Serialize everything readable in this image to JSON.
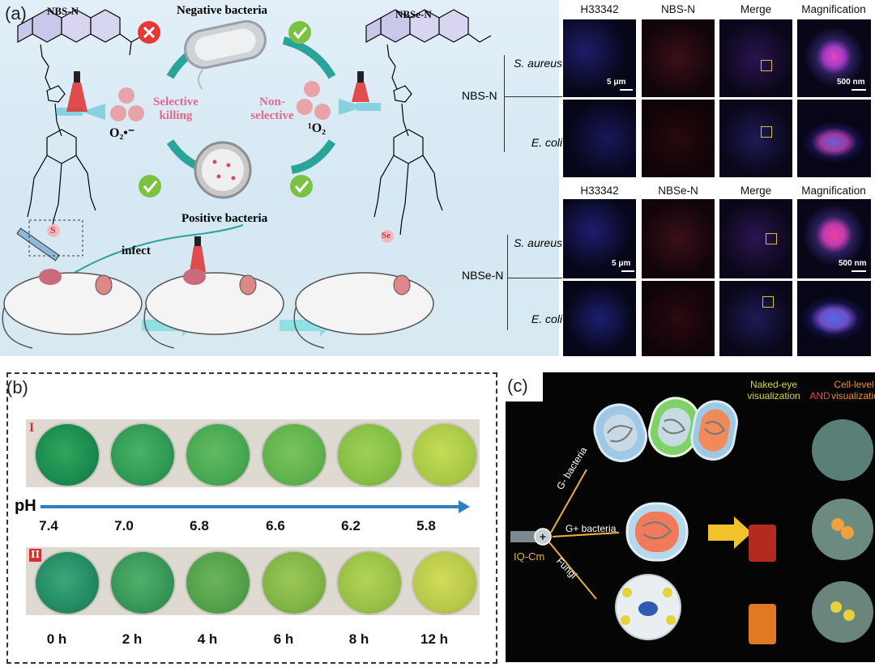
{
  "panel_a": {
    "label": "(a)",
    "nbs_title": "NBS-N",
    "nbse_title": "NBSe-N",
    "negative_bacteria": "Negative bacteria",
    "positive_bacteria": "Positive bacteria",
    "selective_killing": "Selective killing",
    "non_selective": "Non-selective",
    "superoxide": "O₂•⁻",
    "singlet": "¹O₂",
    "infect": "infect",
    "atom_s": "S",
    "atom_se": "Se"
  },
  "micrographs_top": {
    "columns": [
      "H33342",
      "NBS-N",
      "Merge",
      "Magnification"
    ],
    "group_label": "NBS-N",
    "rows": [
      "S. aureus",
      "E. coli"
    ],
    "scale_small": "5 μm",
    "scale_large": "500 nm"
  },
  "micrographs_bottom": {
    "columns": [
      "H33342",
      "NBSe-N",
      "Merge",
      "Magnification"
    ],
    "group_label": "NBSe-N",
    "rows": [
      "S. aureus",
      "E. coli"
    ],
    "scale_small": "5 μm",
    "scale_large": "500 nm"
  },
  "panel_b": {
    "label": "(b)",
    "row1_marker": "I",
    "row2_marker": "II",
    "ph_label": "pH",
    "ph_values": [
      "7.4",
      "7.0",
      "6.8",
      "6.6",
      "6.2",
      "5.8"
    ],
    "time_values": [
      "0 h",
      "2 h",
      "4 h",
      "6 h",
      "8 h",
      "12 h"
    ]
  },
  "panel_c": {
    "label": "(c)",
    "naked_eye": "Naked-eye visualization",
    "and": "AND",
    "cell_level": "Cell-level visualization",
    "g_minus": "G- bacteria",
    "g_plus": "G+ bacteria",
    "fungi": "Fungi",
    "probe": "IQ-Cm"
  }
}
